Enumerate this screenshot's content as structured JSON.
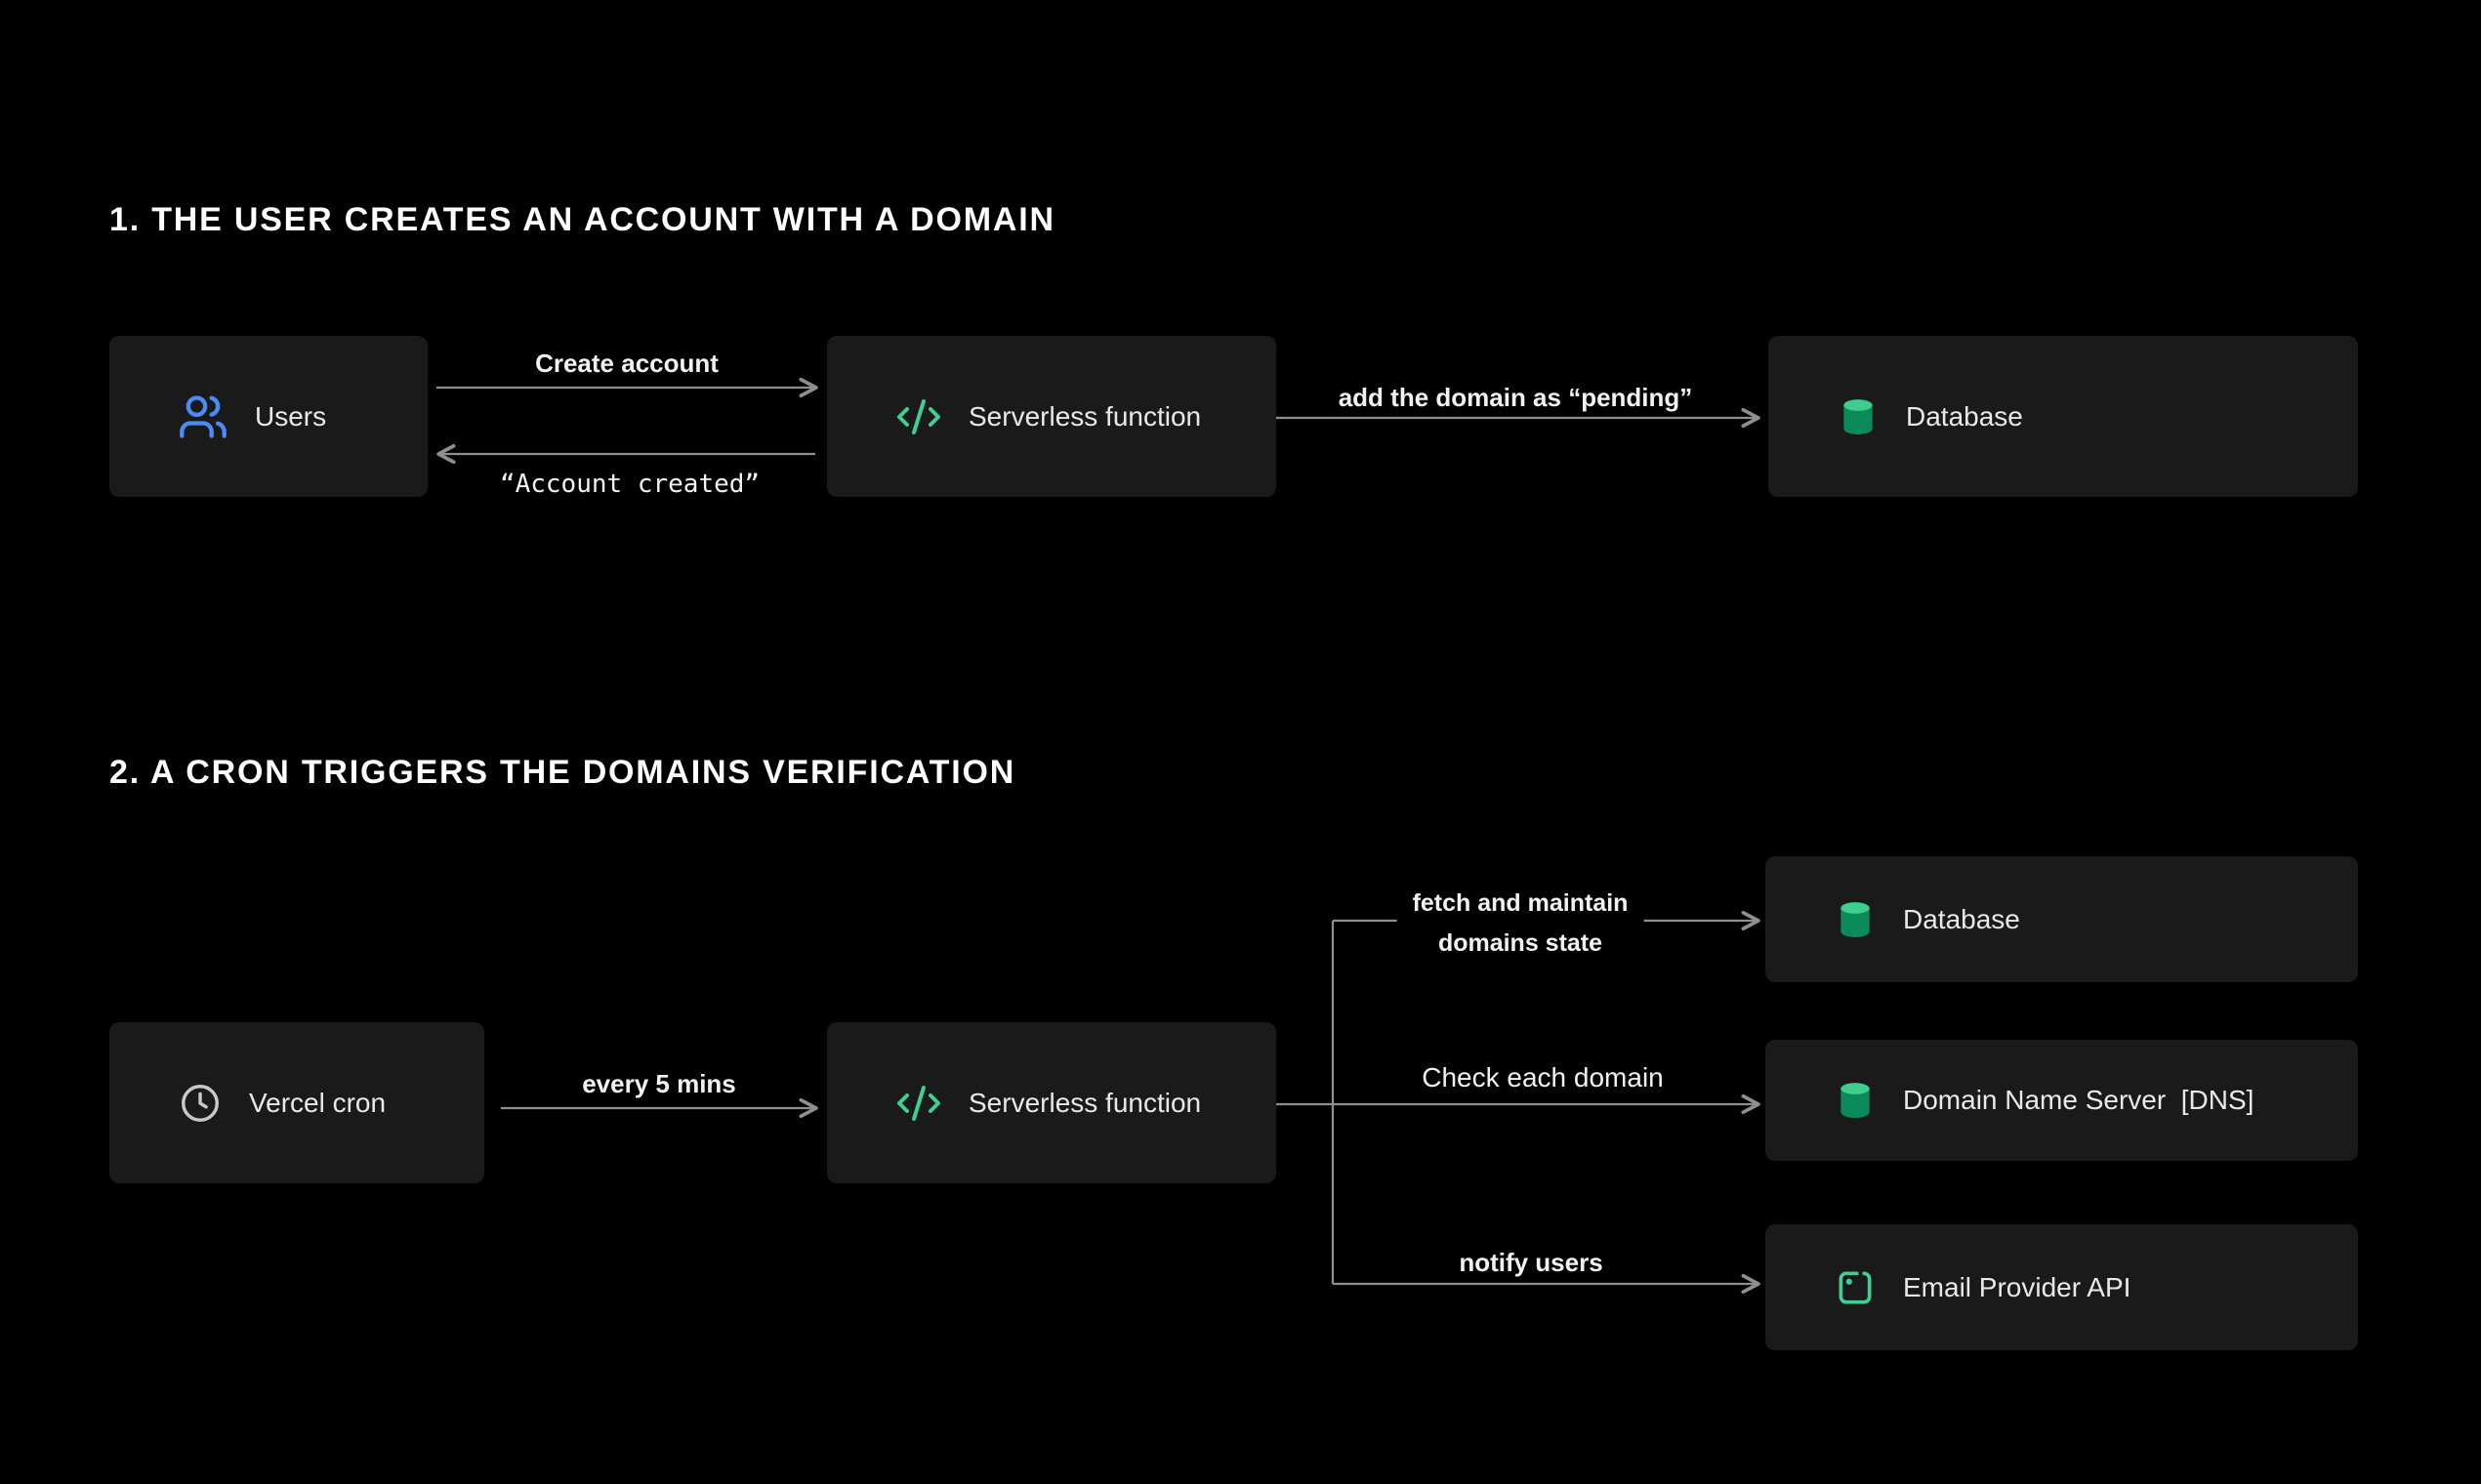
{
  "colors": {
    "background": "#000000",
    "box_background": "#1a1a1a",
    "line": "#8f8f8f",
    "accent_green": "#3fcf8e",
    "accent_blue": "#4a8cf7",
    "text": "#ededed"
  },
  "sections": [
    {
      "heading": "1. THE USER CREATES AN ACCOUNT WITH A DOMAIN",
      "nodes": {
        "users": {
          "label": "Users",
          "icon": "users-icon"
        },
        "serverless": {
          "label": "Serverless function",
          "icon": "code-icon"
        },
        "database": {
          "label": "Database",
          "icon": "database-icon"
        }
      },
      "edges": {
        "create_account": "Create account",
        "account_created": "“Account created”",
        "add_domain": "add the domain as “pending”"
      }
    },
    {
      "heading": "2. A CRON TRIGGERS THE DOMAINS VERIFICATION",
      "nodes": {
        "vercel_cron": {
          "label": "Vercel cron",
          "icon": "clock-icon"
        },
        "serverless": {
          "label": "Serverless function",
          "icon": "code-icon"
        },
        "database": {
          "label": "Database",
          "icon": "database-icon"
        },
        "dns": {
          "label": "Domain Name Server  [DNS]",
          "icon": "database-icon"
        },
        "email": {
          "label": "Email Provider API",
          "icon": "email-provider-icon"
        }
      },
      "edges": {
        "every_5_mins": "every 5 mins",
        "fetch_line_1": "fetch and maintain",
        "fetch_line_2": "domains state",
        "check_domain": "Check each domain",
        "notify_users": "notify users"
      }
    }
  ]
}
